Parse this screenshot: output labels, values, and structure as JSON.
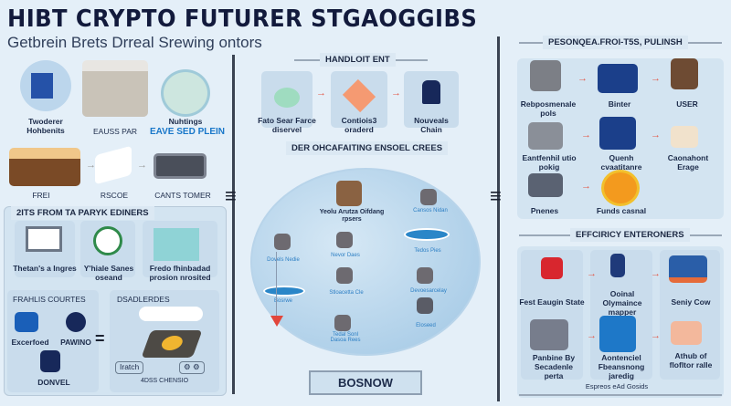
{
  "header": {
    "title": "HIBT CRYPTO FUTURER STGAOGGIBS",
    "subtitle": "Getbrein Brets Drreal Srewing ontors"
  },
  "left": {
    "top_items": [
      {
        "label": "Twoderer Hohbenits"
      },
      {
        "label": "EAUSS PAR"
      },
      {
        "label": "Nuhtings",
        "sublabel": "EAVE SED PLEIN"
      }
    ],
    "row2_items": [
      {
        "label": "FREI"
      },
      {
        "label": "RSCOE"
      },
      {
        "label": "CANTS TOMER"
      }
    ],
    "panel": {
      "title": "2ITS FROM TA PARYK EDINERS",
      "cards": [
        {
          "label": "Thetan's a Ingres"
        },
        {
          "label": "Y'hiale Sanes oseand"
        },
        {
          "label": "Fredo fhinbadad prosion nrosited"
        }
      ],
      "courses": {
        "title": "FRAHLIS COURTES",
        "items": [
          "Excerfoed",
          "PAWINO",
          "DONVEL"
        ]
      },
      "edges": {
        "title": "DSADLERDES",
        "caption": "4DSS CHENSIO",
        "tag1": "Iratch",
        "tag2": "⚙ ⚙"
      }
    }
  },
  "middle": {
    "header": "HANDLOIT ENT",
    "cards": [
      {
        "label": "Fato Sear Farce diservel"
      },
      {
        "label": "Contiois3 oraderd"
      },
      {
        "label": "Nouveals Chain"
      }
    ],
    "banner": "DER OHCAFAITING ENSOEL CREES",
    "ocean": {
      "main_label": "Yeolu Arutza Oifdang rpsers",
      "nodes": [
        "Cansos Nidan",
        "Dovels Nedie",
        "Nevor Daes",
        "Tedos Pies",
        "Stloacetta Cle",
        "Devoesarcelay",
        "Bosrwe",
        "Eloseed",
        "Tedal Sonl Dasoa Rees"
      ]
    },
    "button": "BOSNOW"
  },
  "right": {
    "header": "PESONQEA.FROI-T5S, PULINSH",
    "items": [
      {
        "label": "Rebposmenale pols"
      },
      {
        "label": "Binter"
      },
      {
        "label": "USER"
      },
      {
        "label": "Eantfenhil utio pokig"
      },
      {
        "label": "Quenh cvaatitanre"
      },
      {
        "label": "Caonahont Erage"
      },
      {
        "label": "Pnenes"
      },
      {
        "label": "Funds casnal"
      }
    ],
    "efficiency": {
      "header": "EFFCIRICY ENTERONERS",
      "items": [
        {
          "label": "Fest Eaugin State"
        },
        {
          "label": "Ooinal Olymaince mapper"
        },
        {
          "label": "Seniy Cow"
        },
        {
          "label": "Panbine By Secadenle perta"
        },
        {
          "label": "Aontenciel Fbeansnong jaredig"
        },
        {
          "label": "Athub of flofltor ralle"
        }
      ],
      "caption": "Espreos eAd Gosids"
    }
  },
  "colors": {
    "navy": "#121a3c",
    "accent": "#1877c9",
    "arrow": "#e25a4a",
    "ocean": "#a9cbe6"
  }
}
